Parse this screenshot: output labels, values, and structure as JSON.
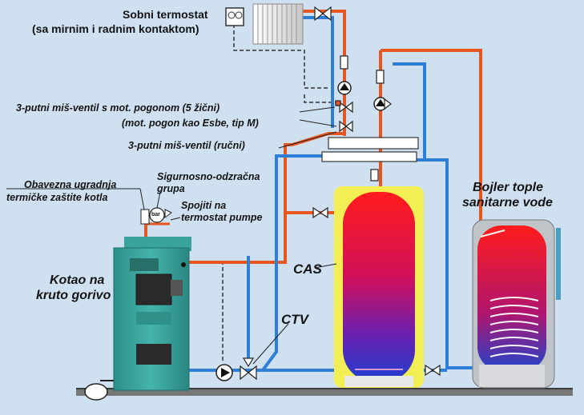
{
  "labels": {
    "thermostat_line1": "Sobni termostat",
    "thermostat_line2": "(sa mirnim i radnim kontaktom)",
    "motor_valve_line1": "3-putni miš-ventil s mot. pogonom (5 žični)",
    "motor_valve_line2": "(mot. pogon kao Esbe, tip M)",
    "manual_valve": "3-putni miš-ventil (ručni)",
    "thermal_protection_line1": "Obavezna ugradnja",
    "thermal_protection_line2": "termičke zaštite kotla",
    "safety_group_line1": "Sigurnosno-odzračna",
    "safety_group_line2": "grupa",
    "connect_line1": "Spojiti na",
    "connect_line2": "termostat pumpe",
    "boiler_line1": "Kotao na",
    "boiler_line2": "kruto gorivo",
    "cas": "CAS",
    "ctv": "CTV",
    "hot_water_line1": "Bojler tople",
    "hot_water_line2": "sanitarne vode",
    "gauge_text": "bar"
  },
  "colors": {
    "background": "#cfe0f1",
    "supply_pipe": "#e8561f",
    "return_pipe": "#2f7fd8",
    "boiler_body": "#3aa39c",
    "tank_jacket": "#f2ef55",
    "tank_hot": "#e2102a",
    "tank_cold": "#2a3fd0",
    "floor": "#5a5a5a"
  }
}
